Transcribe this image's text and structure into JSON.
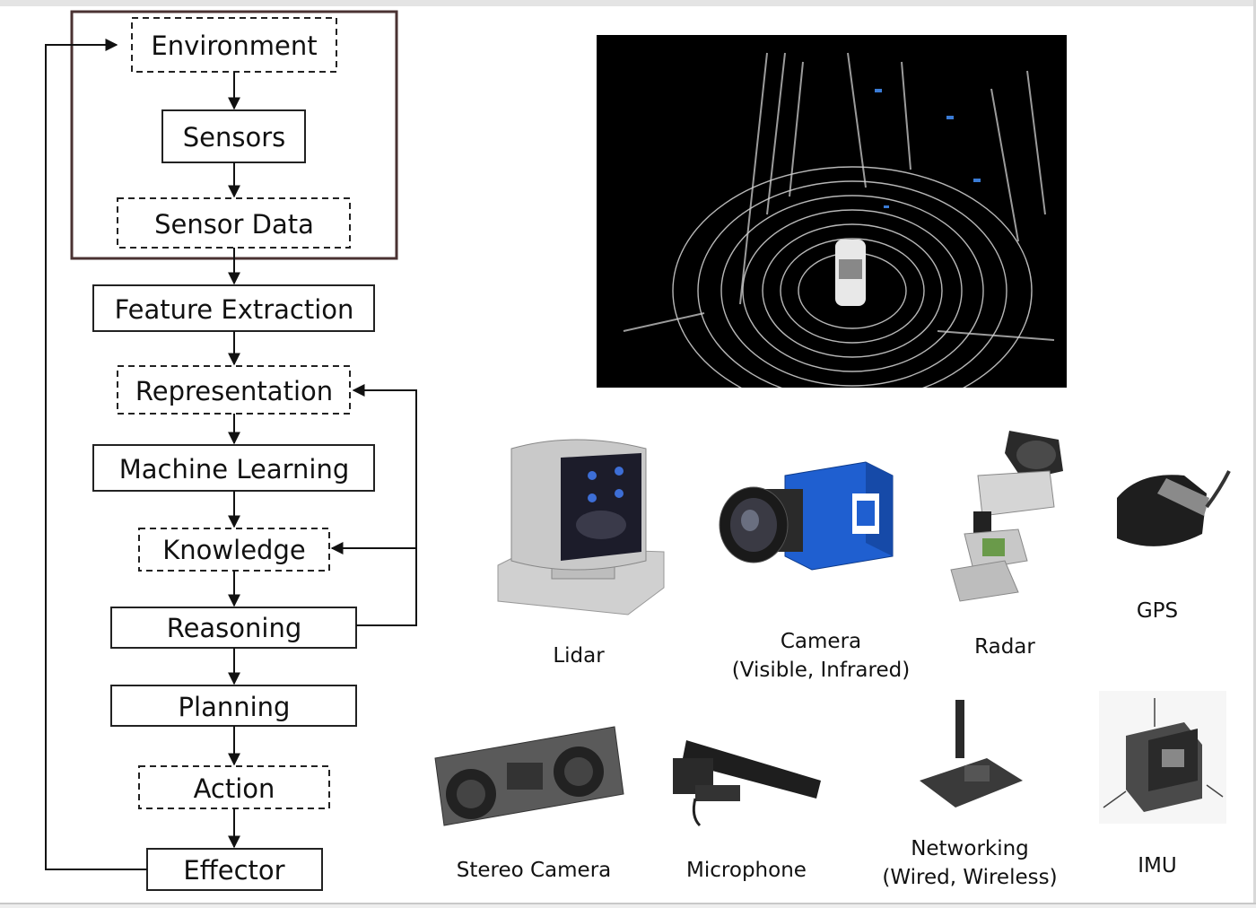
{
  "pipeline": {
    "environment": "Environment",
    "sensors": "Sensors",
    "sensor_data": "Sensor Data",
    "feature_extraction": "Feature Extraction",
    "representation": "Representation",
    "machine_learning": "Machine Learning",
    "knowledge": "Knowledge",
    "reasoning": "Reasoning",
    "planning": "Planning",
    "action": "Action",
    "effector": "Effector"
  },
  "sensors_gallery": {
    "lidar": "Lidar",
    "camera_line1": "Camera",
    "camera_line2": "(Visible, Infrared)",
    "radar": "Radar",
    "gps": "GPS",
    "stereo_camera": "Stereo Camera",
    "microphone": "Microphone",
    "networking_line1": "Networking",
    "networking_line2": "(Wired, Wireless)",
    "imu": "IMU"
  },
  "colors": {
    "frame_border": "#4a3232",
    "box_border": "#222222",
    "camera_body": "#1f5fd0",
    "lidar_background": "#000000"
  }
}
